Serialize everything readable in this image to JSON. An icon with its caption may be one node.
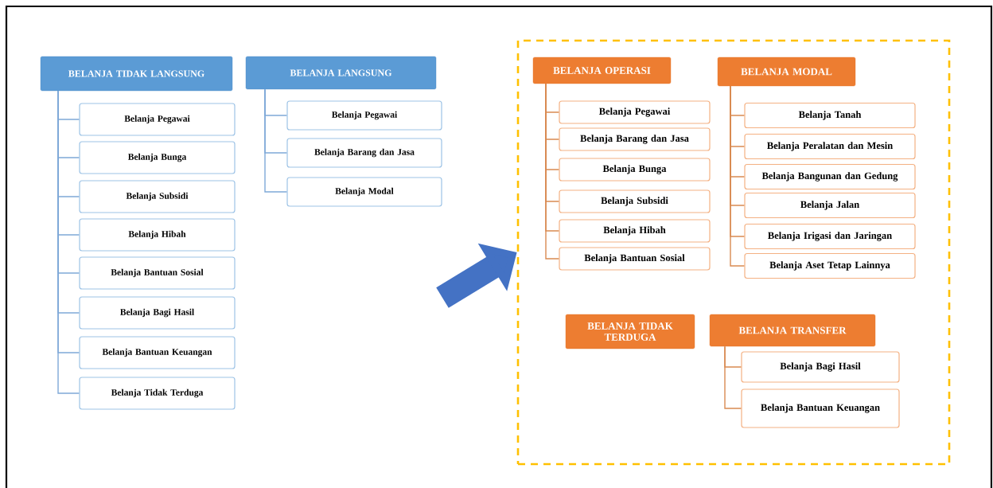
{
  "diagram": {
    "nodes": [
      {
        "text": [
          "BELANJA TIDAK LANGSUNG"
        ]
      },
      {
        "text": [
          "Belanja Pegawai"
        ]
      },
      {
        "text": [
          "Belanja Bunga"
        ]
      },
      {
        "text": [
          "Belanja Subsidi"
        ]
      },
      {
        "text": [
          "Belanja Hibah"
        ]
      },
      {
        "text": [
          "Belanja Bantuan Sosial"
        ]
      },
      {
        "text": [
          "Belanja Bagi Hasil"
        ]
      },
      {
        "text": [
          "Belanja Bantuan Keuangan"
        ]
      },
      {
        "text": [
          "Belanja Tidak Terduga"
        ]
      },
      {
        "text": [
          "BELANJA LANGSUNG"
        ]
      },
      {
        "text": [
          "Belanja Pegawai"
        ]
      },
      {
        "text": [
          "Belanja Barang dan Jasa"
        ]
      },
      {
        "text": [
          "Belanja Modal"
        ]
      },
      {
        "text": [],
        "shape": "box"
      },
      {
        "text": [
          "BELANJA OPERASI"
        ],
        "in": 13
      },
      {
        "text": [
          "Belanja Pegawai"
        ],
        "in": 13
      },
      {
        "text": [
          "Belanja Barang dan Jasa"
        ],
        "in": 13
      },
      {
        "text": [
          "Belanja Bunga"
        ],
        "in": 13
      },
      {
        "text": [
          "Belanja Subsidi"
        ],
        "in": 13
      },
      {
        "text": [
          "Belanja Hibah"
        ],
        "in": 13
      },
      {
        "text": [
          "Belanja Bantuan Sosial"
        ],
        "in": 13
      },
      {
        "text": [
          "BELANJA MODAL"
        ],
        "in": 13
      },
      {
        "text": [
          "Belanja Tanah"
        ],
        "in": 13
      },
      {
        "text": [
          "Belanja Peralatan dan Mesin"
        ],
        "in": 13
      },
      {
        "text": [
          "Belanja Bangunan dan Gedung"
        ],
        "in": 13
      },
      {
        "text": [
          "Belanja Jalan"
        ],
        "in": 13
      },
      {
        "text": [
          "Belanja Irigasi dan Jaringan"
        ],
        "in": 13
      },
      {
        "text": [
          "Belanja Aset Tetap Lainnya"
        ],
        "in": 13
      },
      {
        "text": [
          "BELANJA TIDAK TERDUGA"
        ],
        "in": 13
      },
      {
        "text": [
          "BELANJA TRANSFER"
        ],
        "in": 13
      },
      {
        "text": [
          "Belanja Bagi Hasil"
        ],
        "in": 13
      },
      {
        "text": [
          "Belanja Bantuan Keuangan"
        ],
        "in": 13
      }
    ],
    "edges": [
      {
        "from": 0,
        "to": 1,
        "arrow": "none",
        "color": "#7fa9d8"
      },
      {
        "from": 0,
        "to": 2,
        "arrow": "none",
        "color": "#7fa9d8"
      },
      {
        "from": 0,
        "to": 3,
        "arrow": "none",
        "color": "#7fa9d8"
      },
      {
        "from": 0,
        "to": 4,
        "arrow": "none",
        "color": "#7fa9d8"
      },
      {
        "from": 0,
        "to": 5,
        "arrow": "none",
        "color": "#7fa9d8"
      },
      {
        "from": 0,
        "to": 6,
        "arrow": "none",
        "color": "#7fa9d8"
      },
      {
        "from": 0,
        "to": 7,
        "arrow": "none",
        "color": "#7fa9d8"
      },
      {
        "from": 0,
        "to": 8,
        "arrow": "none",
        "color": "#7fa9d8"
      },
      {
        "from": 9,
        "to": 10,
        "arrow": "none",
        "color": "#7fa9d8"
      },
      {
        "from": 9,
        "to": 11,
        "arrow": "none",
        "color": "#7fa9d8"
      },
      {
        "from": 9,
        "to": 12,
        "arrow": "none",
        "color": "#7fa9d8"
      },
      {
        "from": null,
        "to": 13,
        "arrow": "to",
        "style": "thick",
        "color": "#4472c4"
      },
      {
        "from": 14,
        "to": 15,
        "arrow": "none"
      },
      {
        "from": 14,
        "to": 16,
        "arrow": "none"
      },
      {
        "from": 14,
        "to": 17,
        "arrow": "none"
      },
      {
        "from": 14,
        "to": 18,
        "arrow": "none"
      },
      {
        "from": 14,
        "to": 19,
        "arrow": "none"
      },
      {
        "from": 14,
        "to": 20,
        "arrow": "none"
      },
      {
        "from": 21,
        "to": 22,
        "arrow": "none"
      },
      {
        "from": 21,
        "to": 23,
        "arrow": "none"
      },
      {
        "from": 21,
        "to": 24,
        "arrow": "none"
      },
      {
        "from": 21,
        "to": 25,
        "arrow": "none"
      },
      {
        "from": 21,
        "to": 26,
        "arrow": "none"
      },
      {
        "from": 21,
        "to": 27,
        "arrow": "none"
      },
      {
        "from": 29,
        "to": 30,
        "arrow": "none"
      },
      {
        "from": 29,
        "to": 31,
        "arrow": "none"
      }
    ]
  }
}
